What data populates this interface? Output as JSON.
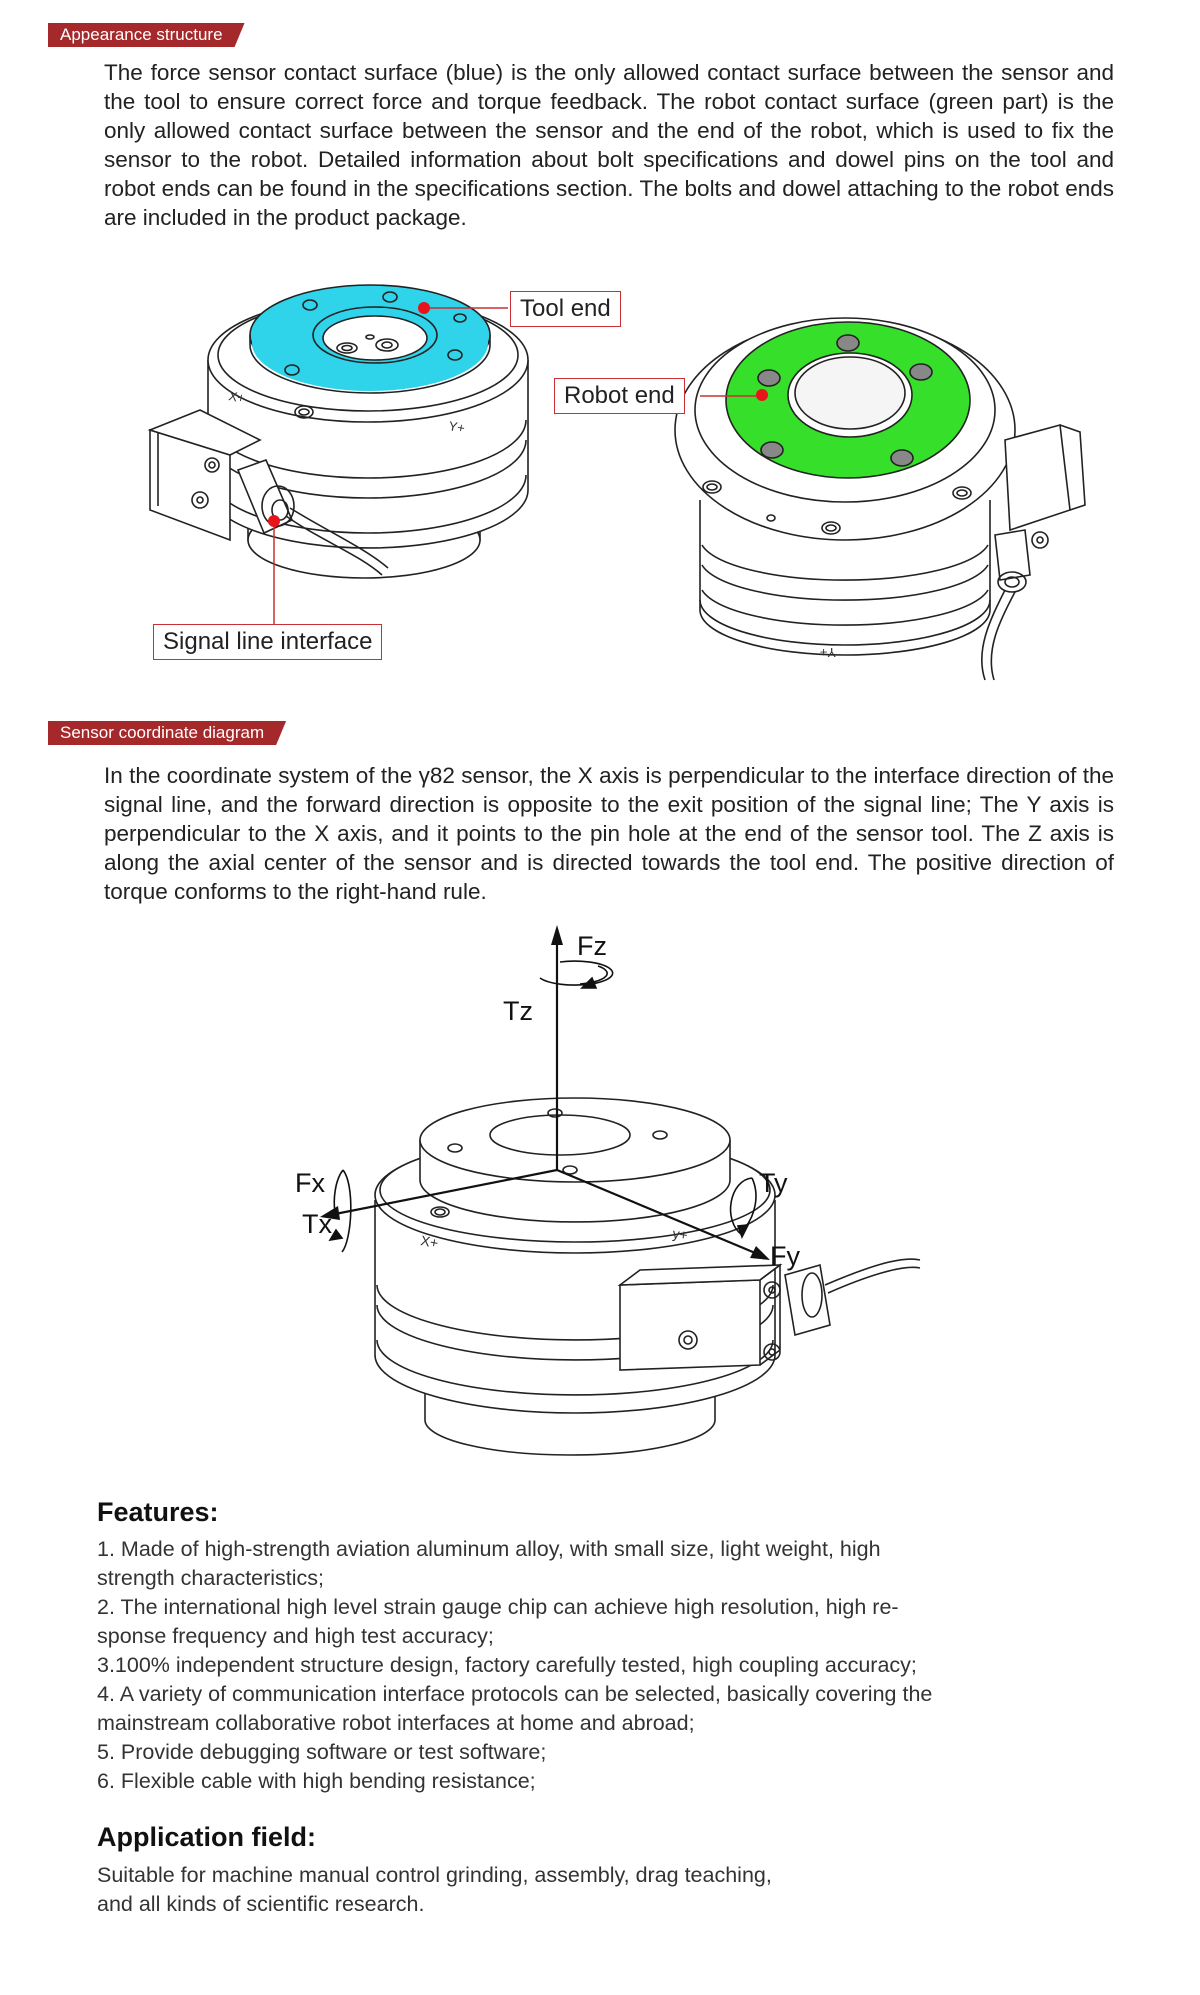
{
  "section1": {
    "tag": "Appearance structure",
    "paragraph": "The force sensor contact surface (blue) is the only allowed contact surface between the sensor and the tool to ensure correct force and torque feedback. The robot contact surface (green part) is the only allowed contact surface between the sensor and the end of the robot, which is used to fix the sensor to the robot. Detailed information about bolt specifications and dowel pins on the tool and robot ends can be found in the specifications section. The bolts and dowel attaching to the robot ends are included in the product package.",
    "callouts": {
      "tool_end": "Tool end",
      "robot_end": "Robot end",
      "signal_line": "Signal line interface"
    },
    "engravings": {
      "x_plus": "X+",
      "y_plus": "Y+"
    },
    "colors": {
      "tool_surface": "#2fd3ea",
      "robot_surface": "#36e02a",
      "marker": "#e8141b"
    }
  },
  "section2": {
    "tag": "Sensor coordinate diagram",
    "paragraph": "In the coordinate system of the γ82 sensor, the X axis is perpendicular to the interface direction of the signal line, and the forward direction is opposite to the exit position of the signal line; The Y axis is perpendicular to the X axis, and it points to the pin hole at the end of the sensor tool. The Z axis is along the axial center of the sensor and is directed towards the tool end. The positive direction of torque conforms to the right-hand rule.",
    "axes": {
      "fz": "Fz",
      "tz": "Tz",
      "fx": "Fx",
      "tx": "Tx",
      "ty": "Ty",
      "fy": "Fy"
    },
    "engravings": {
      "x_plus": "X+",
      "y_plus": "y+"
    }
  },
  "features": {
    "heading": "Features:",
    "lines": [
      "1. Made of high-strength aviation aluminum alloy, with small size, light weight, high",
      "strength characteristics;",
      "2. The international high level strain gauge chip can achieve high resolution, high re-",
      "sponse frequency and high test accuracy;",
      "3.100% independent structure design, factory carefully tested, high coupling accuracy;",
      "4. A variety of communication interface protocols can be selected, basically covering the",
      "mainstream collaborative robot interfaces at home and abroad;",
      "5. Provide debugging software or test software;",
      "6. Flexible cable with high bending resistance;"
    ]
  },
  "application": {
    "heading": "Application field:",
    "lines": [
      "Suitable for machine manual control grinding, assembly, drag teaching,",
      "and all kinds of scientific research."
    ]
  }
}
